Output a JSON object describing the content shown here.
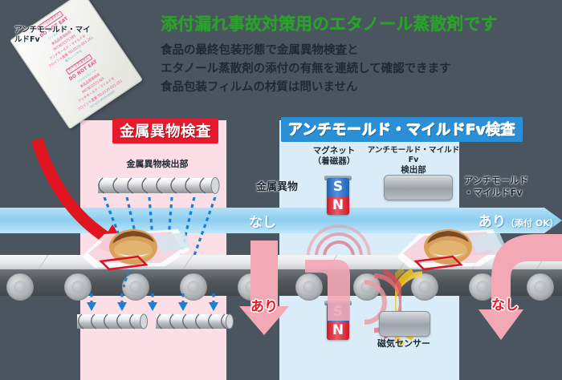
{
  "header": {
    "headline": "添付漏れ事故対策用のエタノール蒸散剤です",
    "sublines": [
      "食品の最終包装形態で金属異物検査と",
      "エタノール蒸散剤の添付の有無を連続して確認できます",
      "食品包装フィルムの材質は問いません"
    ]
  },
  "packet": {
    "label": "アンチモールド・マイルドFv",
    "printed": {
      "do_not_eat_jp": "たべられません",
      "do_not_eat_en": "DO NOT EAT",
      "material": "シリカエタノール",
      "purpose": "食品品質保持用",
      "patent": "PAT.NO1571385",
      "product": "アンチモールド・マイルド®",
      "company": "フロイント産業 TEL0120-921-261",
      "microwave_jp": "電子レンジ不可",
      "microwave_en": "DO NOT MICROWAVE"
    }
  },
  "sections": {
    "metal": {
      "banner": "金属異物検査",
      "detector_label": "金属異物検出部",
      "result_title": "金属異物",
      "result_value": "なし",
      "arrow_label": "あり"
    },
    "fv": {
      "banner": "アンチモールド・マイルドFv検査",
      "magnet_label": "マグネット\n（着磁器）",
      "magnet_label_line1": "マグネット",
      "magnet_label_line2": "（着磁器）",
      "detector_label_line1": "アンチモールド・マイルドFv",
      "detector_label_line2": "検出部",
      "sensor_label": "磁気センサー",
      "result_title_line1": "アンチモールド",
      "result_title_line2": "・マイルドFv",
      "result_value": "あり",
      "result_note": "（添付 OK）",
      "arrow_label": "なし"
    }
  },
  "magnets": {
    "pole_s": "S",
    "pole_n": "N"
  },
  "colors": {
    "background": "#4b5560",
    "panel_pink": "#fbdee6",
    "panel_blue": "#d9ecf8",
    "banner_red": "#e8192c",
    "banner_blue": "#2a8fd4",
    "headline_green": "#2aa12a",
    "band_blue": "#8ccdf0",
    "arrow_pink": "#f3a8b6",
    "red_arrow": "#e0151f",
    "dash_blue": "#1b7fd4",
    "wave_yellow": "#f5c518",
    "wave_red": "#e05050"
  }
}
